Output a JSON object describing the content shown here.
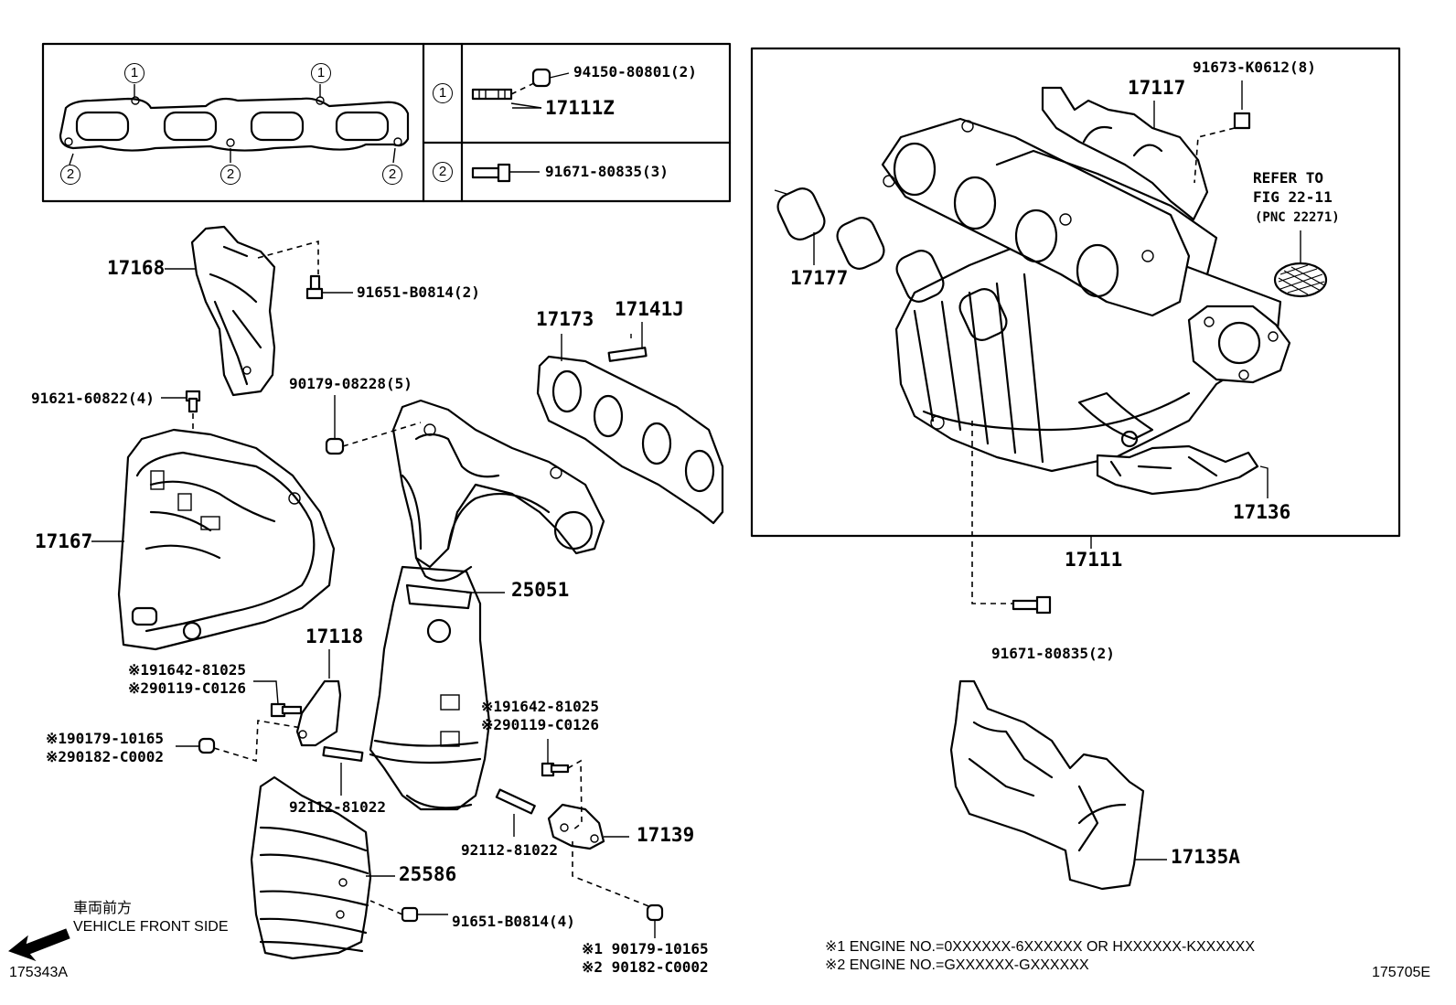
{
  "legend_box": {
    "gasket_markers": [
      "1",
      "1",
      "2",
      "2",
      "2"
    ],
    "rows": [
      {
        "marker": "1",
        "parts": [
          "94150-80801(2)",
          "17111Z"
        ]
      },
      {
        "marker": "2",
        "parts": [
          "91671-80835(3)"
        ]
      }
    ]
  },
  "intake_manifold": {
    "assembly_label": "17111",
    "parts": [
      "91673-K0612(8)",
      "17117",
      "17177",
      "17136"
    ],
    "refer_note": {
      "line1": "REFER TO",
      "line2": "FIG 22-11",
      "line3": "(PNC 22271)"
    }
  },
  "exhaust": {
    "parts": [
      "17168",
      "91651-B0814(2)",
      "91621-60822(4)",
      "17167",
      "90179-08228(5)",
      "17173",
      "17141J",
      "25051",
      "17118",
      "92112-81022",
      "92112-81022",
      "17139",
      "25586",
      "91651-B0814(4)"
    ],
    "alt_pairs": [
      {
        "line1": "※191642-81025",
        "line2": "※290119-C0126"
      },
      {
        "line1": "※190179-10165",
        "line2": "※290182-C0002"
      },
      {
        "line1": "※191642-81025",
        "line2": "※290119-C0126"
      },
      {
        "line1": "※1 90179-10165",
        "line2": "※2 90182-C0002"
      }
    ]
  },
  "bolt_lower": "91671-80835(2)",
  "cover_part": "17135A",
  "vehicle_front": {
    "jp": "車両前方",
    "en": "VEHICLE FRONT SIDE"
  },
  "engine_notes": [
    "※1 ENGINE NO.=0XXXXXX-6XXXXXX OR HXXXXXX-KXXXXXX",
    "※2 ENGINE NO.=GXXXXXX-GXXXXXX"
  ],
  "figure_codes": {
    "left": "175343A",
    "right": "175705E"
  }
}
